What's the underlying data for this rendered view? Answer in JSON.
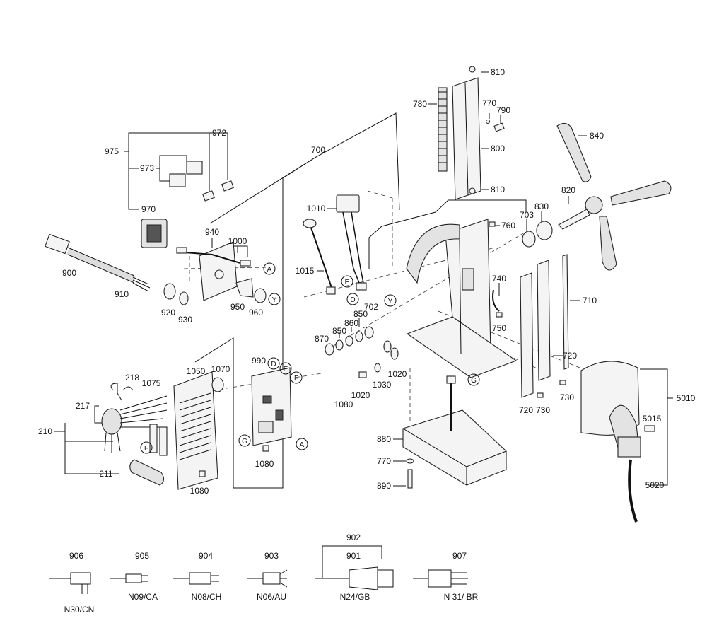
{
  "part_labels": [
    {
      "id": "p700",
      "text": "700"
    },
    {
      "id": "p975",
      "text": "975"
    },
    {
      "id": "p972",
      "text": "972"
    },
    {
      "id": "p973",
      "text": "973"
    },
    {
      "id": "p970",
      "text": "970"
    },
    {
      "id": "p940",
      "text": "940"
    },
    {
      "id": "p1000",
      "text": "1000"
    },
    {
      "id": "p900",
      "text": "900"
    },
    {
      "id": "p910",
      "text": "910"
    },
    {
      "id": "p920",
      "text": "920"
    },
    {
      "id": "p930",
      "text": "930"
    },
    {
      "id": "p950",
      "text": "950"
    },
    {
      "id": "p960",
      "text": "960"
    },
    {
      "id": "p1010",
      "text": "1010"
    },
    {
      "id": "p1015",
      "text": "1015"
    },
    {
      "id": "p780",
      "text": "780"
    },
    {
      "id": "p810a",
      "text": "810"
    },
    {
      "id": "p770a",
      "text": "770"
    },
    {
      "id": "p790",
      "text": "790"
    },
    {
      "id": "p800",
      "text": "800"
    },
    {
      "id": "p810b",
      "text": "810"
    },
    {
      "id": "p840",
      "text": "840"
    },
    {
      "id": "p820",
      "text": "820"
    },
    {
      "id": "p830",
      "text": "830"
    },
    {
      "id": "p703",
      "text": "703"
    },
    {
      "id": "p760",
      "text": "760"
    },
    {
      "id": "p702",
      "text": "702"
    },
    {
      "id": "p740",
      "text": "740"
    },
    {
      "id": "p750",
      "text": "750"
    },
    {
      "id": "p710",
      "text": "710"
    },
    {
      "id": "p720a",
      "text": "720"
    },
    {
      "id": "p720b",
      "text": "720"
    },
    {
      "id": "p730a",
      "text": "730"
    },
    {
      "id": "p730b",
      "text": "730"
    },
    {
      "id": "p850a",
      "text": "850"
    },
    {
      "id": "p850b",
      "text": "850"
    },
    {
      "id": "p860",
      "text": "860"
    },
    {
      "id": "p870",
      "text": "870"
    },
    {
      "id": "p990",
      "text": "990"
    },
    {
      "id": "p1020a",
      "text": "1020"
    },
    {
      "id": "p1020b",
      "text": "1020"
    },
    {
      "id": "p1030",
      "text": "1030"
    },
    {
      "id": "p1080a",
      "text": "1080"
    },
    {
      "id": "p1080b",
      "text": "1080"
    },
    {
      "id": "p1080c",
      "text": "1080"
    },
    {
      "id": "p1050",
      "text": "1050"
    },
    {
      "id": "p1070",
      "text": "1070"
    },
    {
      "id": "p218",
      "text": "218"
    },
    {
      "id": "p1075",
      "text": "1075"
    },
    {
      "id": "p217",
      "text": "217"
    },
    {
      "id": "p210",
      "text": "210"
    },
    {
      "id": "p211",
      "text": "211"
    },
    {
      "id": "p880",
      "text": "880"
    },
    {
      "id": "p770b",
      "text": "770"
    },
    {
      "id": "p890",
      "text": "890"
    },
    {
      "id": "p5010",
      "text": "5010"
    },
    {
      "id": "p5015",
      "text": "5015"
    },
    {
      "id": "p5020",
      "text": "5020"
    },
    {
      "id": "p906",
      "text": "906"
    },
    {
      "id": "p905",
      "text": "905"
    },
    {
      "id": "p904",
      "text": "904"
    },
    {
      "id": "p903",
      "text": "903"
    },
    {
      "id": "p902",
      "text": "902"
    },
    {
      "id": "p901",
      "text": "901"
    },
    {
      "id": "p907",
      "text": "907"
    }
  ],
  "connectors": [
    {
      "id": "cA1",
      "text": "A"
    },
    {
      "id": "cY1",
      "text": "Y"
    },
    {
      "id": "cE1",
      "text": "E"
    },
    {
      "id": "cD1",
      "text": "D"
    },
    {
      "id": "cY2",
      "text": "Y"
    },
    {
      "id": "cD2",
      "text": "D"
    },
    {
      "id": "cE2",
      "text": "E"
    },
    {
      "id": "cF1",
      "text": "F"
    },
    {
      "id": "cG1",
      "text": "G"
    },
    {
      "id": "cA2",
      "text": "A"
    },
    {
      "id": "cG2",
      "text": "G"
    },
    {
      "id": "cF2",
      "text": "F"
    }
  ],
  "plug_variants": [
    {
      "id": "v906",
      "text": "N30/CN"
    },
    {
      "id": "v905",
      "text": "N09/CA"
    },
    {
      "id": "v904",
      "text": "N08/CH"
    },
    {
      "id": "v903",
      "text": "N06/AU"
    },
    {
      "id": "v901",
      "text": "N24/GB"
    },
    {
      "id": "v907",
      "text": "N 31/ BR"
    }
  ]
}
